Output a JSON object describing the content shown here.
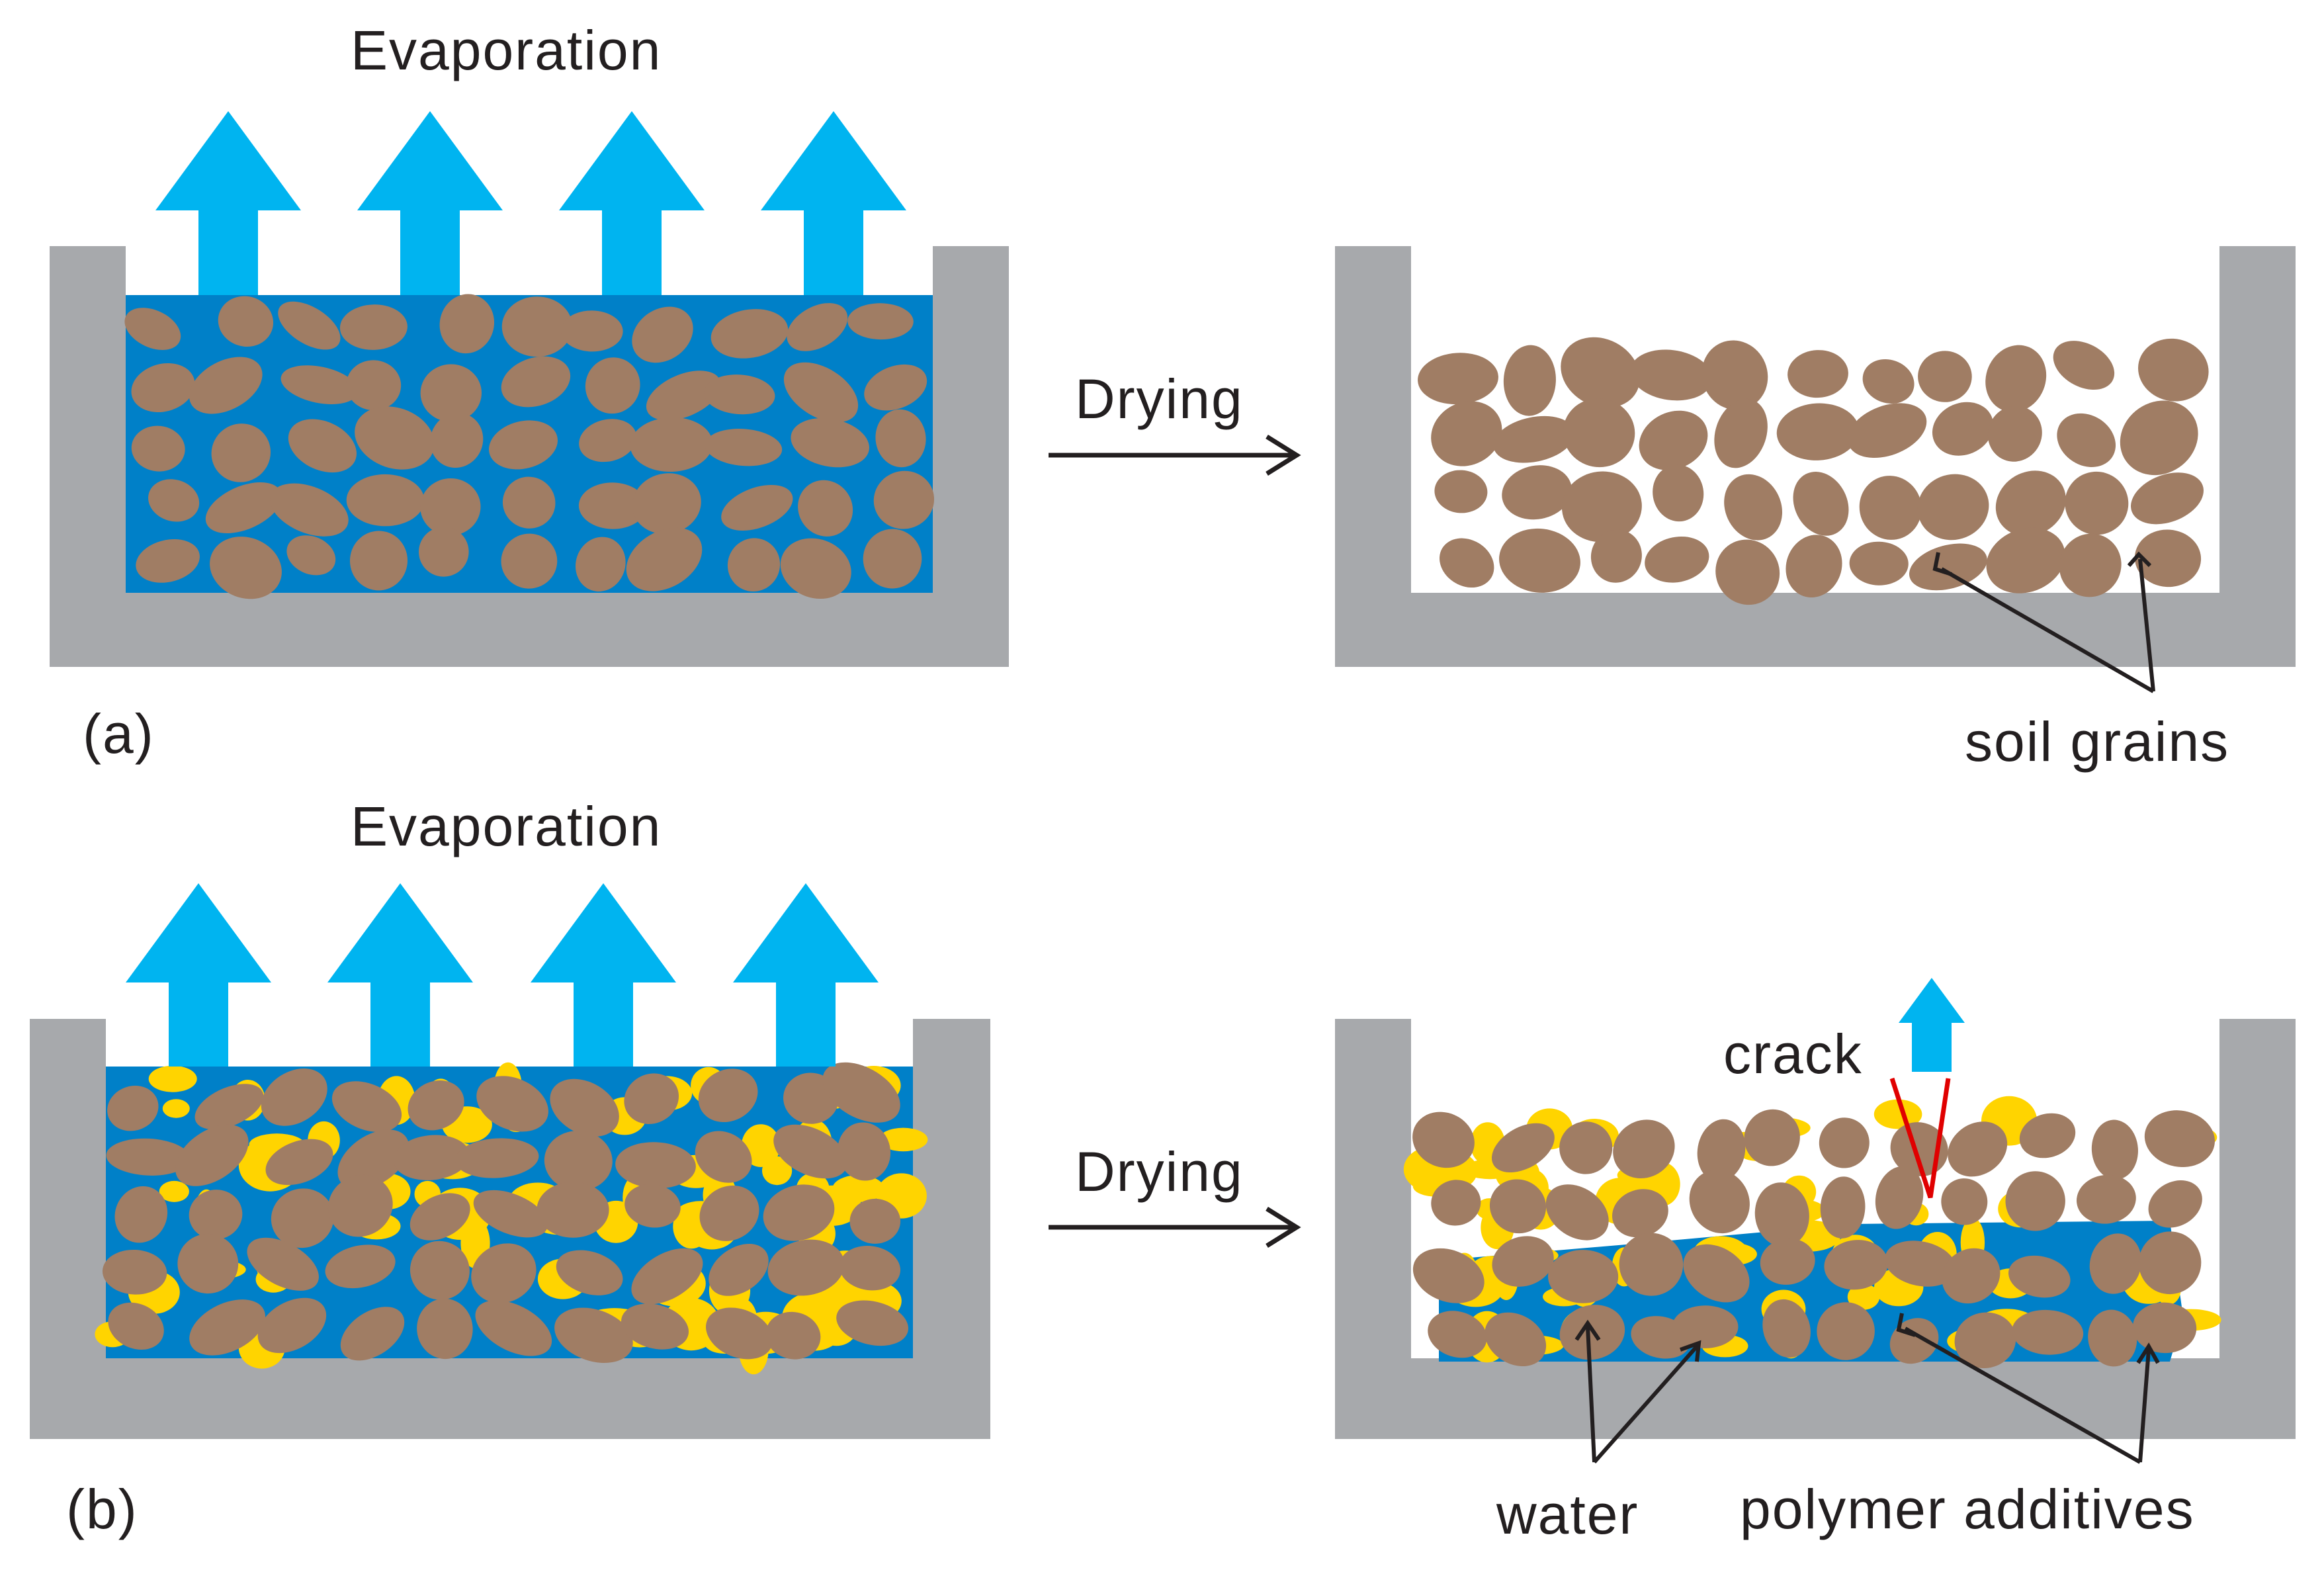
{
  "colors": {
    "container": "#a7a9ac",
    "water": "#0080c8",
    "soil_grain": "#a07d64",
    "polymer": "#ffd400",
    "evaporation_arrow": "#00b4f0",
    "crack": "#e00000",
    "arrow_ink": "#231f20"
  },
  "panel_a": {
    "label": "(a)",
    "evaporation_label": "Evaporation",
    "process_label": "Drying",
    "annotation_soil_grains": "soil grains"
  },
  "panel_b": {
    "label": "(b)",
    "evaporation_label": "Evaporation",
    "process_label": "Drying",
    "annotation_crack": "crack",
    "annotation_water": "water",
    "annotation_polymer": "polymer additives"
  }
}
